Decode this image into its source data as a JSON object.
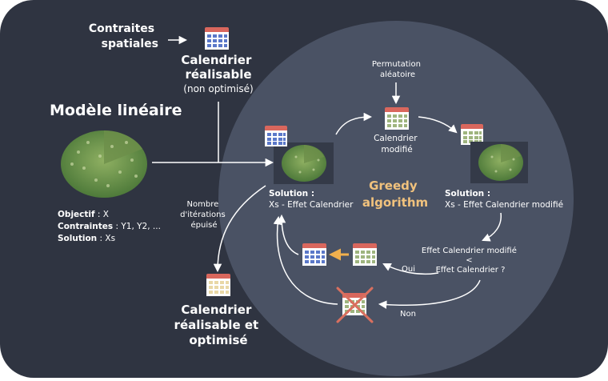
{
  "texts": {
    "spatial_constraints": [
      "Contraites",
      "spatiales"
    ],
    "feasible_calendar": [
      "Calendrier",
      "réalisable"
    ],
    "not_optimized": "(non optimisé)",
    "linear_model": "Modèle linéaire",
    "objective_label": "Objectif",
    "objective_value": " : X",
    "constraints_label": "Contraintes",
    "constraints_value": " : Y1, Y2, ...",
    "solution_label": "Solution",
    "solution_value": " : Xs",
    "iterations": [
      "Nombre",
      "d'itérations",
      "épuisé"
    ],
    "final_calendar": [
      "Calendrier",
      "réalisable et",
      "optimisé"
    ],
    "random_permutation": [
      "Permutation",
      "aléatoire"
    ],
    "modified_calendar": [
      "Calendrier",
      "modifié"
    ],
    "greedy": [
      "Greedy",
      "algorithm"
    ],
    "solution_left": [
      "Solution :",
      "Xs - Effet Calendrier"
    ],
    "solution_right": [
      "Solution :",
      "Xs - Effet Calendrier modifié"
    ],
    "comparison": [
      "Effet Calendrier modifié",
      "<",
      "Effet Calendrier ?"
    ],
    "yes": "Oui",
    "no": "Non"
  },
  "colors": {
    "background": "#2f3441",
    "circle": "#4a5264",
    "text": "#ffffff",
    "accent": "#f1c27d",
    "calendar_blue": "#5b78c9",
    "calendar_red": "#d9675d",
    "calendar_green": "#9fb57f",
    "calendar_beige": "#e9d8a6",
    "arrow_orange": "#f2b04d",
    "cross": "#d9705f"
  }
}
